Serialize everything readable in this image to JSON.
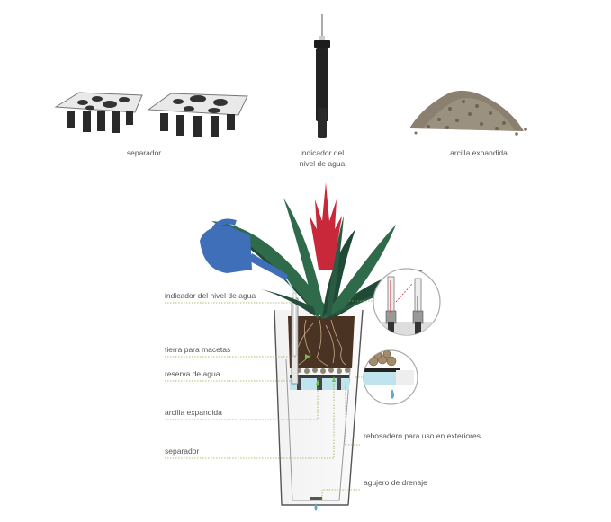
{
  "products": {
    "separator_caption": "separador",
    "indicator_caption_line1": "indicador del",
    "indicator_caption_line2": "nivel de agua",
    "clay_caption": "arcilla expandida"
  },
  "diagram": {
    "labels": {
      "water_indicator": "indicador del nivel de agua",
      "potting_soil": "tierra para macetas",
      "water_reserve": "reserva de agua",
      "expanded_clay": "arcilla expandida",
      "separator": "separador",
      "overflow": "rebosadero para uso en exteriores",
      "drain_hole": "agujero de drenaje"
    }
  },
  "colors": {
    "leader_line": "#9ea94a",
    "leaf_dark": "#1f4a36",
    "leaf_mid": "#2f6a4a",
    "flower": "#c8283a",
    "watering_can": "#3f6fb8",
    "soil": "#4a3322",
    "water": "#bfe4ee"
  }
}
